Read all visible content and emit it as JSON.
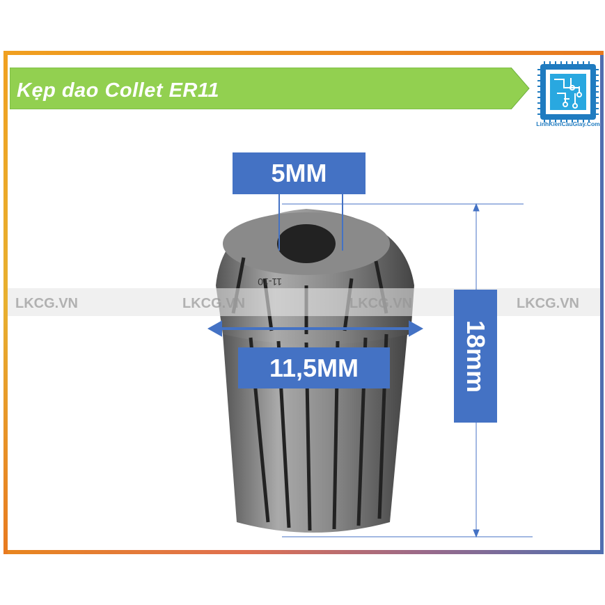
{
  "title": "Kẹp dao Collet ER11",
  "logo": {
    "text": "LinhKienCauGiay.Com"
  },
  "watermark": "LKCG.VN",
  "dimensions": {
    "bore": "5MM",
    "diameter": "11,5MM",
    "length": "18mm"
  },
  "collet_marking": "11-10",
  "colors": {
    "banner": "#92d050",
    "label": "#4472c4",
    "frame_top": "#e87a20",
    "frame_bottom_end": "#4f6fb0"
  }
}
